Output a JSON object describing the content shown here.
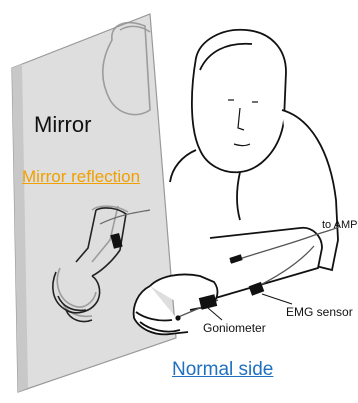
{
  "labels": {
    "mirror": "Mirror",
    "mirror_reflection": "Mirror reflection",
    "to_amp": "to AMP",
    "emg_sensor": "EMG sensor",
    "goniometer": "Goniometer",
    "normal_side": "Normal side"
  },
  "colors": {
    "mirror_fill": "#dcdcdc",
    "reflection_label": "#f0a000",
    "normal_label": "#1f70c0",
    "line": "#111111"
  }
}
